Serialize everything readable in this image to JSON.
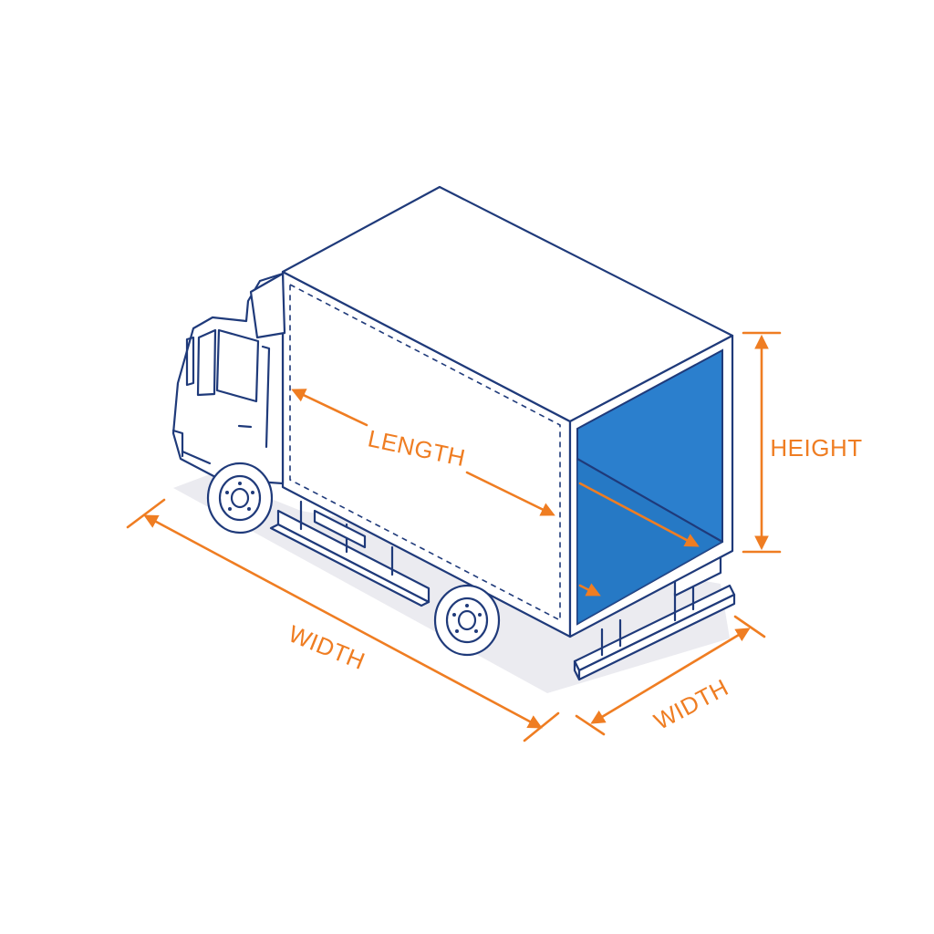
{
  "labels": {
    "length": "LENGTH",
    "height": "HEIGHT",
    "width_side": "WIDTH",
    "width_rear": "WIDTH"
  },
  "colors": {
    "outline": "#1f3a7a",
    "cargo_interior": "#2b7fcd",
    "cargo_interior_shade": "#2374c0",
    "dimension": "#ef7d22",
    "shadow": "#e9e9ee"
  },
  "icons": {
    "vehicle": "box-truck-icon",
    "cab": "truck-cab-icon",
    "wheel": "wheel-icon"
  }
}
